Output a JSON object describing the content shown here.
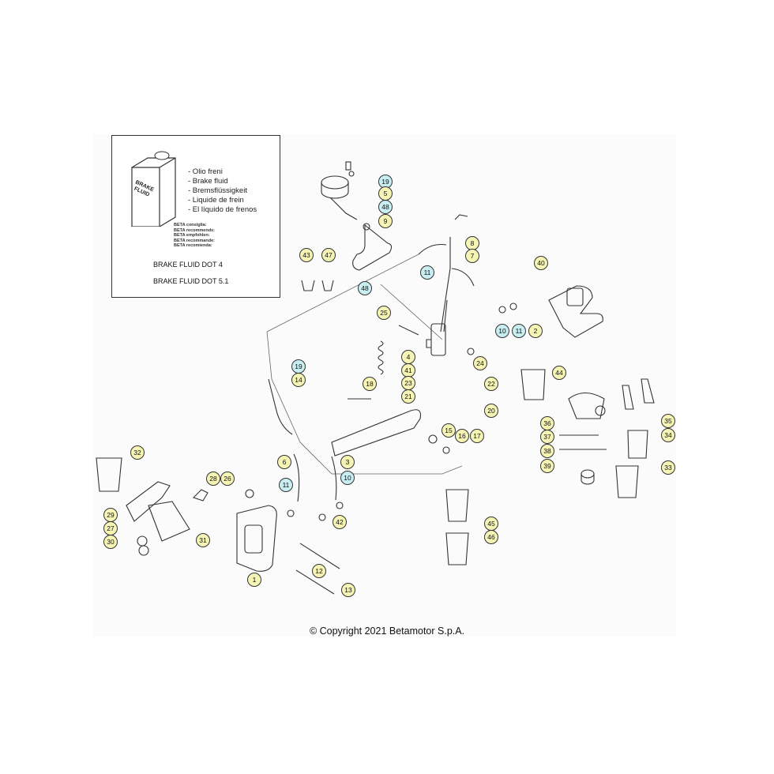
{
  "legend": {
    "bottle_label": "BRAKE FLUID",
    "fluid_names": [
      "- Olio freni",
      "- Brake fluid",
      "- Bremsflüssigkeit",
      "- Liquide de frein",
      "- El líquido de frenos"
    ],
    "recommend_lines": [
      "BETA consiglia:",
      "BETA recommends:",
      "BETA empfohlen:",
      "BETA recommande:",
      "BETA recomienda:"
    ],
    "spec_dot4": "BRAKE FLUID DOT 4",
    "spec_dot51": "BRAKE FLUID DOT 5.1"
  },
  "callouts": [
    {
      "label": "19",
      "style": "blue"
    },
    {
      "label": "5",
      "style": "yellow"
    },
    {
      "label": "48",
      "style": "blue"
    },
    {
      "label": "9",
      "style": "yellow"
    },
    {
      "label": "43",
      "style": "yellow"
    },
    {
      "label": "47",
      "style": "yellow"
    },
    {
      "label": "48",
      "style": "blue"
    },
    {
      "label": "8",
      "style": "yellow"
    },
    {
      "label": "7",
      "style": "yellow"
    },
    {
      "label": "11",
      "style": "blue"
    },
    {
      "label": "40",
      "style": "yellow"
    },
    {
      "label": "10",
      "style": "blue"
    },
    {
      "label": "11",
      "style": "blue"
    },
    {
      "label": "2",
      "style": "yellow"
    },
    {
      "label": "25",
      "style": "yellow"
    },
    {
      "label": "4",
      "style": "yellow"
    },
    {
      "label": "24",
      "style": "yellow"
    },
    {
      "label": "19",
      "style": "blue"
    },
    {
      "label": "41",
      "style": "yellow"
    },
    {
      "label": "14",
      "style": "yellow"
    },
    {
      "label": "23",
      "style": "yellow"
    },
    {
      "label": "18",
      "style": "yellow"
    },
    {
      "label": "21",
      "style": "yellow"
    },
    {
      "label": "22",
      "style": "yellow"
    },
    {
      "label": "44",
      "style": "yellow"
    },
    {
      "label": "20",
      "style": "yellow"
    },
    {
      "label": "15",
      "style": "yellow"
    },
    {
      "label": "16",
      "style": "yellow"
    },
    {
      "label": "17",
      "style": "yellow"
    },
    {
      "label": "36",
      "style": "yellow"
    },
    {
      "label": "35",
      "style": "yellow"
    },
    {
      "label": "37",
      "style": "yellow"
    },
    {
      "label": "34",
      "style": "yellow"
    },
    {
      "label": "38",
      "style": "yellow"
    },
    {
      "label": "39",
      "style": "yellow"
    },
    {
      "label": "33",
      "style": "yellow"
    },
    {
      "label": "32",
      "style": "yellow"
    },
    {
      "label": "6",
      "style": "yellow"
    },
    {
      "label": "3",
      "style": "yellow"
    },
    {
      "label": "28",
      "style": "yellow"
    },
    {
      "label": "26",
      "style": "yellow"
    },
    {
      "label": "11",
      "style": "blue"
    },
    {
      "label": "10",
      "style": "blue"
    },
    {
      "label": "29",
      "style": "yellow"
    },
    {
      "label": "27",
      "style": "yellow"
    },
    {
      "label": "42",
      "style": "yellow"
    },
    {
      "label": "30",
      "style": "yellow"
    },
    {
      "label": "31",
      "style": "yellow"
    },
    {
      "label": "45",
      "style": "yellow"
    },
    {
      "label": "46",
      "style": "yellow"
    },
    {
      "label": "12",
      "style": "yellow"
    },
    {
      "label": "1",
      "style": "yellow"
    },
    {
      "label": "13",
      "style": "yellow"
    }
  ],
  "colors": {
    "yellow_fill": "#f6f4b4",
    "blue_fill": "#c9eef2",
    "line": "#333333"
  },
  "copyright": "© Copyright 2021 Betamotor S.p.A."
}
